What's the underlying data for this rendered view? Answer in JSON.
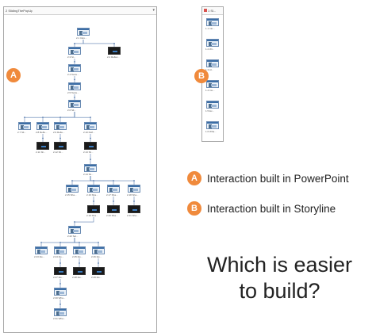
{
  "panel_a": {
    "title": "2 SlidingThePopUp"
  },
  "panel_b": {
    "title": "1 Sl..."
  },
  "badges": {
    "a": "A",
    "b": "B"
  },
  "legend": [
    {
      "badge": "A",
      "text": "Interaction built in PowerPoint"
    },
    {
      "badge": "B",
      "text": "Interaction built in Storyline"
    }
  ],
  "question": {
    "line1": "Which is easier",
    "line2": "to build?"
  },
  "colors": {
    "badge": "#f08a3c",
    "thumb_border": "#6a8bb3",
    "connector": "#5b7fb0"
  },
  "icons": {
    "close": "close-icon",
    "slide": "slide-thumbnail-icon"
  },
  "panel_a_slides": [
    {
      "id": "a1",
      "caption": "2.1 Intro..."
    },
    {
      "id": "a2",
      "caption": "2.2 Reflec..."
    },
    {
      "id": "a3",
      "caption": "2.3 Sl..."
    },
    {
      "id": "a4",
      "caption": "2.4 Tests..."
    },
    {
      "id": "a5",
      "caption": "2.5 Tests..."
    },
    {
      "id": "a6",
      "caption": "2.6 Sli..."
    },
    {
      "id": "a7",
      "caption": "2.7 Sli..."
    },
    {
      "id": "a8",
      "caption": "2.8 Refle..."
    },
    {
      "id": "a9",
      "caption": "2.9 Refle..."
    },
    {
      "id": "a10",
      "caption": "2.10 Refl..."
    },
    {
      "id": "a11",
      "caption": "2.11 Sli..."
    },
    {
      "id": "a12",
      "caption": "2.12 Sli..."
    },
    {
      "id": "a13",
      "caption": "2.13 Sli..."
    },
    {
      "id": "a14",
      "caption": "2.14 Sli..."
    },
    {
      "id": "a15",
      "caption": "2.15 Sha..."
    },
    {
      "id": "a16",
      "caption": "2.16 Sha..."
    },
    {
      "id": "a17",
      "caption": "2.17 Sha..."
    },
    {
      "id": "a18",
      "caption": "2.18 Sha..."
    },
    {
      "id": "a19",
      "caption": "2.19 Sha..."
    },
    {
      "id": "a20",
      "caption": "2.20 Sha..."
    },
    {
      "id": "a21",
      "caption": "2.21 Sha..."
    },
    {
      "id": "a22",
      "caption": "2.22 Sel..."
    },
    {
      "id": "a23",
      "caption": "2.23 Ide..."
    },
    {
      "id": "a24",
      "caption": "2.24 Ide..."
    },
    {
      "id": "a25",
      "caption": "2.25 Ide..."
    },
    {
      "id": "a26",
      "caption": "2.26 Ide..."
    },
    {
      "id": "a27",
      "caption": "2.27 Ide..."
    },
    {
      "id": "a28",
      "caption": "2.28 Ide..."
    },
    {
      "id": "a29",
      "caption": "2.29 Ide..."
    },
    {
      "id": "a30",
      "caption": "2.30 Wha..."
    },
    {
      "id": "a31",
      "caption": "2.31 Wha..."
    }
  ],
  "panel_b_slides": [
    {
      "id": "b1",
      "caption": "1.1 Intr..."
    },
    {
      "id": "b2",
      "caption": "1.2 Wi..."
    },
    {
      "id": "b3",
      "caption": "1.3 Al..."
    },
    {
      "id": "b4",
      "caption": "1.4 Ins..."
    },
    {
      "id": "b5",
      "caption": "1.5 Ex..."
    },
    {
      "id": "b6",
      "caption": "1.6 Wha..."
    }
  ]
}
